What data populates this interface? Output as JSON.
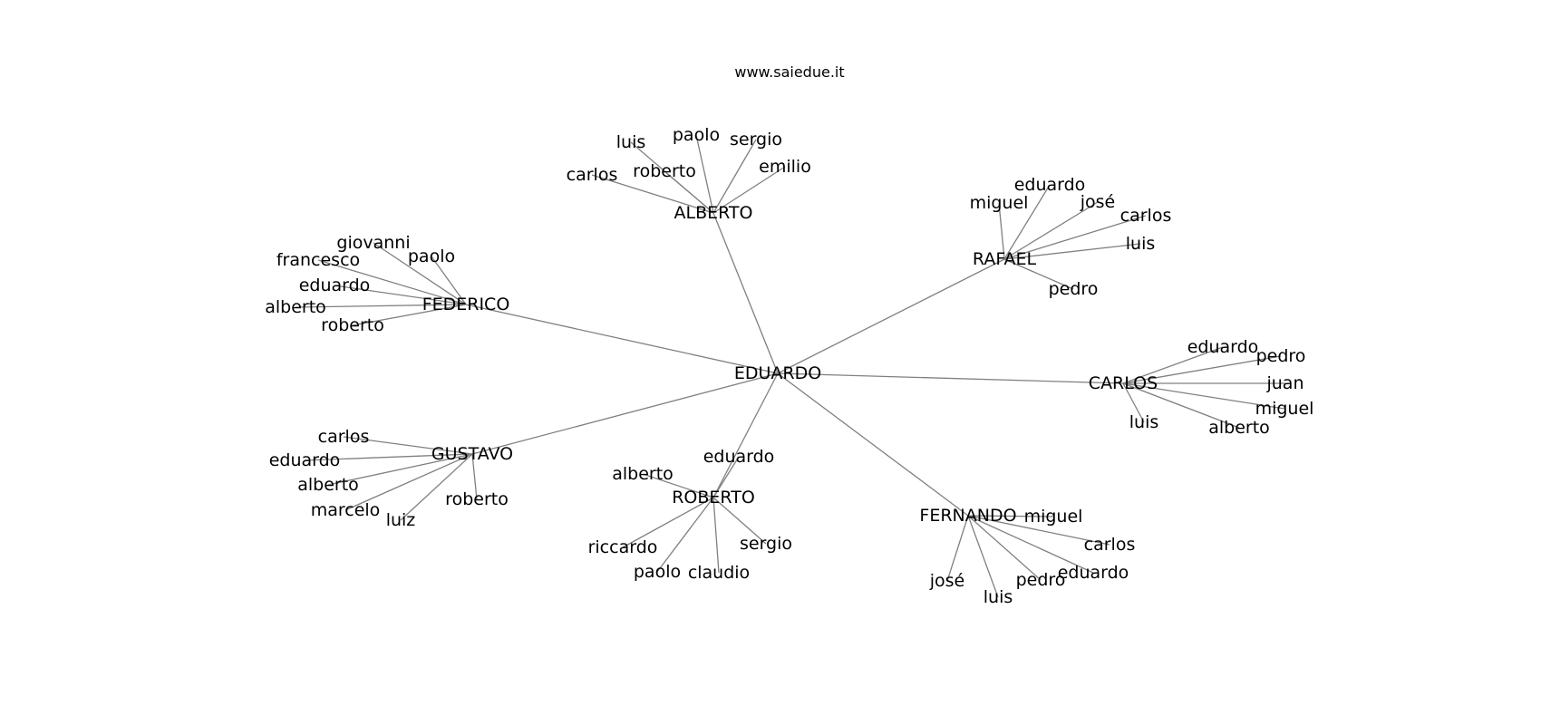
{
  "title": "www.saiedue.it",
  "edge_color": "#808080",
  "text_color": "#000000",
  "graph": {
    "root": "EDUARDO",
    "hubs": [
      {
        "id": "alberto_hub",
        "label": "ALBERTO",
        "leaves": [
          "carlos",
          "luis",
          "roberto",
          "paolo",
          "sergio",
          "emilio"
        ]
      },
      {
        "id": "rafael_hub",
        "label": "RAFAEL",
        "leaves": [
          "miguel",
          "eduardo",
          "josé",
          "carlos",
          "luis",
          "pedro"
        ]
      },
      {
        "id": "federico_hub",
        "label": "FEDERICO",
        "leaves": [
          "giovanni",
          "paolo",
          "francesco",
          "eduardo",
          "alberto",
          "roberto"
        ]
      },
      {
        "id": "carlos_hub",
        "label": "CARLOS",
        "leaves": [
          "eduardo",
          "pedro",
          "juan",
          "miguel",
          "alberto",
          "luis"
        ]
      },
      {
        "id": "gustavo_hub",
        "label": "GUSTAVO",
        "leaves": [
          "carlos",
          "eduardo",
          "alberto",
          "marcelo",
          "luiz",
          "roberto"
        ]
      },
      {
        "id": "roberto_hub",
        "label": "ROBERTO",
        "leaves": [
          "eduardo",
          "alberto",
          "riccardo",
          "paolo",
          "claudio",
          "sergio"
        ]
      },
      {
        "id": "fernando_hub",
        "label": "FERNANDO",
        "leaves": [
          "miguel",
          "carlos",
          "eduardo",
          "pedro",
          "luis",
          "josé"
        ]
      }
    ]
  }
}
